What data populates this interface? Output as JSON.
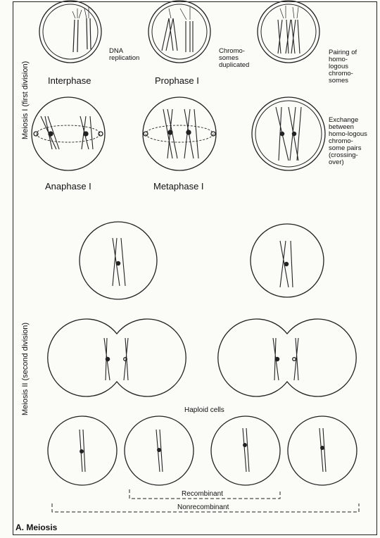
{
  "stages_meiosis1": {
    "interphase": "Interphase",
    "prophase": "Prophase I",
    "anaphase": "Anaphase I",
    "metaphase": "Metaphase I"
  },
  "notes": {
    "dna_replication": "DNA replication",
    "duplicated": "Chromo-somes duplicated",
    "pairing": "Pairing of homo-logous chromo-somes",
    "exchange": "Exchange between homo-logous chromo-some pairs (crossing-over)"
  },
  "side_labels": {
    "meiosis1": "Meiosis I (first division)",
    "meiosis2": "Meiosis II (second division)"
  },
  "haploid": "Haploid cells",
  "recombinant": "Recombinant",
  "nonrecombinant": "Nonrecombinant",
  "caption": "A. Meiosis"
}
